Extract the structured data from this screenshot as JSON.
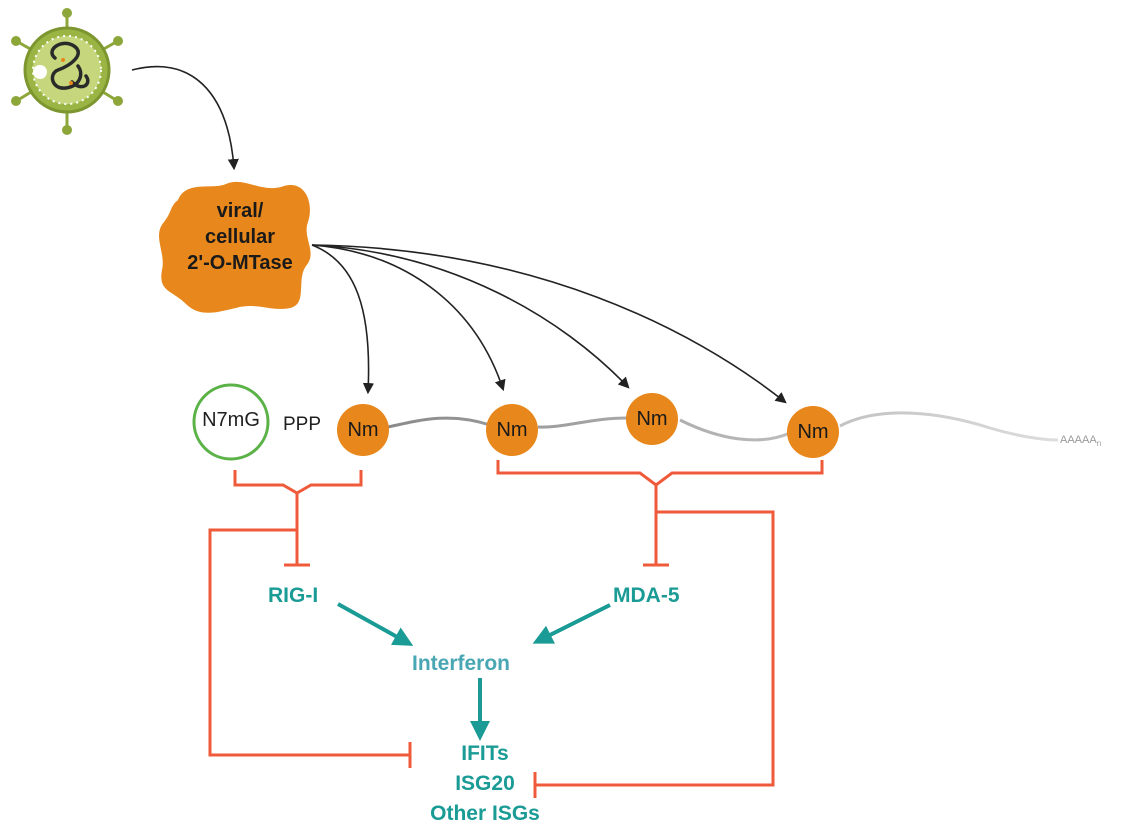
{
  "enzyme": {
    "line1": "viral/",
    "line2": "cellular",
    "line3": "2'-O-MTase"
  },
  "rna": {
    "cap": "N7mG",
    "triphosphate": "PPP",
    "nm_label": "Nm",
    "polya": "AAAAAn"
  },
  "sensors": {
    "rig": "RIG-I",
    "mda": "MDA-5"
  },
  "interferon": "Interferon",
  "isgs": [
    "IFITs",
    "ISG20",
    "Other ISGs"
  ],
  "colors": {
    "orange": "#e8871b",
    "virus_green": "#8da63a",
    "cap_green": "#5bb247",
    "inhibit_red": "#ef5a3a",
    "teal": "#1a9b95"
  },
  "icons": [
    "virus-icon"
  ]
}
